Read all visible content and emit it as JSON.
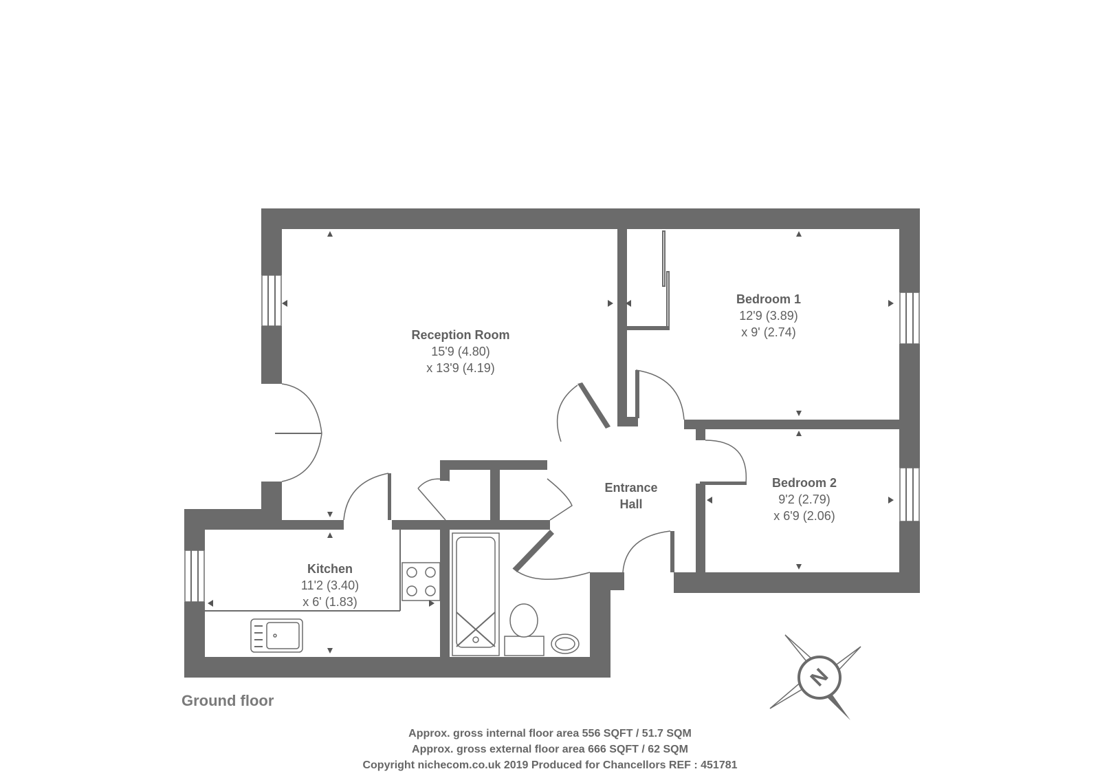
{
  "rooms": {
    "reception": {
      "name": "Reception Room",
      "dim1": "15'9 (4.80)",
      "dim2": "x 13'9 (4.19)"
    },
    "bedroom1": {
      "name": "Bedroom 1",
      "dim1": "12'9 (3.89)",
      "dim2": "x 9' (2.74)"
    },
    "bedroom2": {
      "name": "Bedroom 2",
      "dim1": "9'2 (2.79)",
      "dim2": "x 6'9 (2.06)"
    },
    "kitchen": {
      "name": "Kitchen",
      "dim1": "11'2 (3.40)",
      "dim2": "x 6' (1.83)"
    },
    "hall": {
      "name1": "Entrance",
      "name2": "Hall"
    }
  },
  "floor_label": "Ground floor",
  "footer": {
    "line1": "Approx. gross internal floor area 556 SQFT / 51.7 SQM",
    "line2": "Approx. gross external floor area 666 SQFT / 62 SQM",
    "line3": "Copyright nichecom.co.uk 2019 Produced for Chancellors REF : 451781"
  },
  "compass": {
    "letter": "N"
  },
  "colors": {
    "wall": "#6b6b6b",
    "text": "#5f5f5f",
    "background": "#ffffff"
  }
}
